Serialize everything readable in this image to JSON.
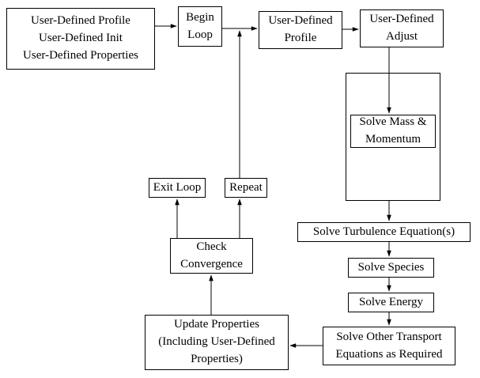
{
  "diagram": {
    "type": "flowchart",
    "colors": {
      "background": "#ffffff",
      "node_fill": "#ffffff",
      "node_border": "#000000",
      "text": "#000000",
      "arrow": "#000000"
    },
    "nodes": {
      "user_defined_init": {
        "label": "User-Defined Profile\nUser-Defined Init\nUser-Defined Properties"
      },
      "begin_loop": {
        "label": "Begin\nLoop"
      },
      "user_defined_profile": {
        "label": "User-Defined\nProfile"
      },
      "user_defined_adjust": {
        "label": "User-Defined\nAdjust"
      },
      "solver_group": {
        "label": ""
      },
      "solve_mass_momentum": {
        "label": "Solve Mass &\nMomentum"
      },
      "solve_turbulence": {
        "label": "Solve Turbulence Equation(s)"
      },
      "solve_species": {
        "label": "Solve Species"
      },
      "solve_energy": {
        "label": "Solve Energy"
      },
      "solve_other_transport": {
        "label": "Solve Other Transport\nEquations as Required"
      },
      "update_properties": {
        "label": "Update Properties\n(Including User-Defined\nProperties)"
      },
      "check_convergence": {
        "label": "Check\nConvergence"
      },
      "exit_loop": {
        "label": "Exit Loop"
      },
      "repeat": {
        "label": "Repeat"
      }
    },
    "edges": [
      {
        "from": "user_defined_init",
        "to": "begin_loop"
      },
      {
        "from": "begin_loop",
        "to": "user_defined_profile"
      },
      {
        "from": "user_defined_profile",
        "to": "user_defined_adjust"
      },
      {
        "from": "user_defined_adjust",
        "to": "solve_mass_momentum"
      },
      {
        "from": "solver_group",
        "to": "solve_turbulence"
      },
      {
        "from": "solve_turbulence",
        "to": "solve_species"
      },
      {
        "from": "solve_species",
        "to": "solve_energy"
      },
      {
        "from": "solve_energy",
        "to": "solve_other_transport"
      },
      {
        "from": "solve_other_transport",
        "to": "update_properties"
      },
      {
        "from": "update_properties",
        "to": "check_convergence"
      },
      {
        "from": "check_convergence",
        "to": "exit_loop"
      },
      {
        "from": "check_convergence",
        "to": "repeat"
      },
      {
        "from": "repeat",
        "to": "user_defined_profile"
      }
    ]
  }
}
